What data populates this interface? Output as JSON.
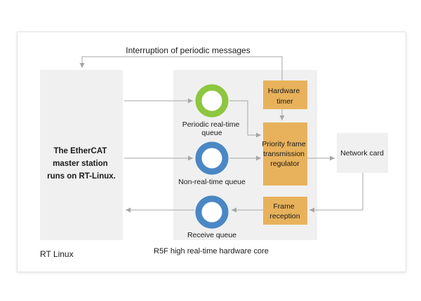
{
  "labels": {
    "feedback": "Interruption of periodic messages",
    "master": [
      "The EtherCAT",
      "master station",
      "runs on RT-Linux."
    ],
    "rt_linux": "RT Linux",
    "core": "R5F high real-time hardware core",
    "periodic_queue": [
      "Periodic real-time",
      "queue"
    ],
    "nonrt_queue": "Non-real-time queue",
    "receive_queue": "Receive queue",
    "hw_timer": [
      "Hardware",
      "timer"
    ],
    "regulator": [
      "Priority frame",
      "transmission",
      "regulator"
    ],
    "frame_reception": [
      "Frame",
      "reception"
    ],
    "network_card": "Network card"
  },
  "colors": {
    "panel": "#f0f0f0",
    "orange": "#e8b25c",
    "green_ring": "#8dc63f",
    "blue_ring": "#4a87c5",
    "arrow": "#a6a6a6"
  }
}
